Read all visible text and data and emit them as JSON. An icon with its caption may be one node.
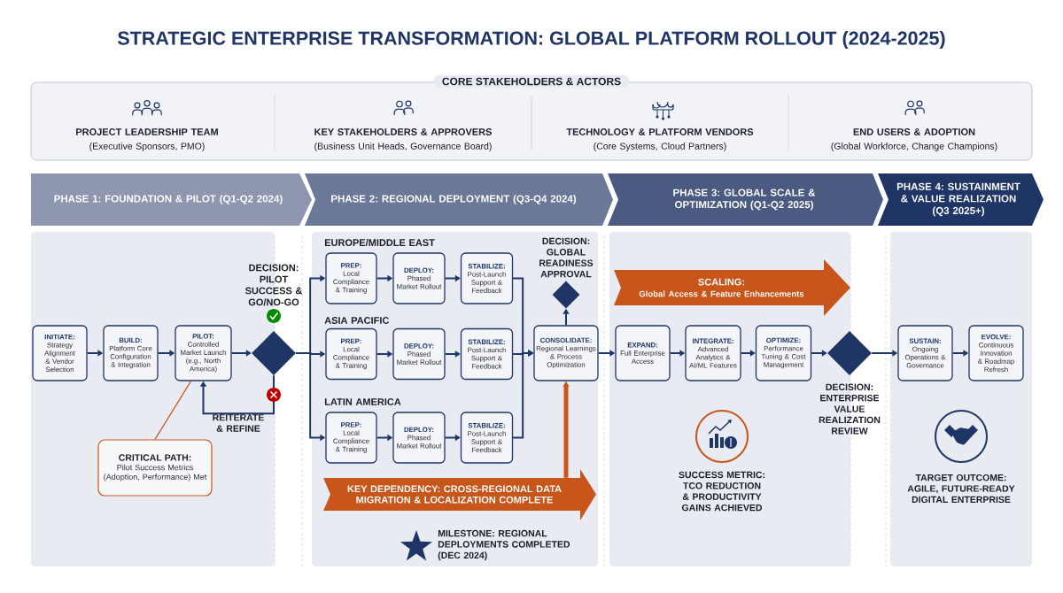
{
  "diagram": {
    "title": "STRATEGIC ENTERPRISE TRANSFORMATION: GLOBAL PLATFORM ROLLOUT (2024-2025)",
    "nodes": [
      {
        "text": [
          "CORE STAKEHOLDERS & ACTORS"
        ]
      },
      {
        "text": [
          "PHASE 1: FOUNDATION & PILOT (Q1-Q2 2024)"
        ]
      },
      {
        "text": [
          "PHASE 2: REGIONAL DEPLOYMENT (Q3-Q4 2024)"
        ]
      },
      {
        "text": [
          "PHASE 3: GLOBAL SCALE & OPTIMIZATION (Q1-Q2 2025)"
        ]
      },
      {
        "text": [
          "PHASE 4: SUSTAINMENT & VALUE REALIZATION (Q3 2025+)"
        ]
      },
      {
        "text": [
          "INITIATE:",
          "Strategy Alignment & Vendor Selection"
        ]
      },
      {
        "text": [
          "BUILD:",
          "Platform Core Configuration & Integration"
        ]
      },
      {
        "text": [
          "PILOT:",
          "Controlled Market Launch (e.g., North America)"
        ]
      },
      {
        "text": [],
        "shape": "diamond",
        "beside": [
          "DECISION: PILOT SUCCESS & GO/NO-GO"
        ]
      },
      {
        "text": [
          "CRITICAL PATH:",
          "Pilot Success Metrics (Adoption, Performance) Met"
        ]
      },
      {
        "text": [
          "PREP:",
          "Local Compliance & Training"
        ]
      },
      {
        "text": [
          "DEPLOY:",
          "Phased Market Rollout"
        ]
      },
      {
        "text": [
          "STABILIZE:",
          "Post-Launch Support & Feedback"
        ]
      },
      {
        "text": [
          "PREP:",
          "Local Compliance & Training"
        ]
      },
      {
        "text": [
          "DEPLOY:",
          "Phased Market Rollout"
        ]
      },
      {
        "text": [
          "STABILIZE:",
          "Post-Launch Support & Feedback"
        ]
      },
      {
        "text": [
          "PREP:",
          "Local Compliance & Training"
        ]
      },
      {
        "text": [
          "DEPLOY:",
          "Phased Market Rollout"
        ]
      },
      {
        "text": [
          "STABILIZE:",
          "Post-Launch Support & Feedback"
        ]
      },
      {
        "text": [
          "CONSOLIDATE:",
          "Regional Learnings & Process Optimization"
        ]
      },
      {
        "text": [],
        "shape": "diamond",
        "beside": [
          "DECISION: GLOBAL READINESS APPROVAL"
        ]
      },
      {
        "text": [
          "KEY DEPENDENCY: CROSS-REGIONAL DATA MIGRATION & LOCALIZATION COMPLETE"
        ]
      },
      {
        "text": [
          "SCALING:",
          "Global Access & Feature Enhancements"
        ]
      },
      {
        "text": [
          "EXPAND:",
          "Full Enterprise Access"
        ]
      },
      {
        "text": [
          "INTEGRATE:",
          "Advanced Analytics & AI/ML Features"
        ]
      },
      {
        "text": [
          "OPTIMIZE:",
          "Performance Tuning & Cost Management"
        ]
      },
      {
        "text": [],
        "shape": "diamond",
        "beside": [
          "DECISION: ENTERPRISE VALUE REALIZATION REVIEW"
        ]
      },
      {
        "text": [
          "SUSTAIN:",
          "Ongoing Operations & Governance"
        ]
      },
      {
        "text": [
          "EVOLVE:",
          "Continuous Innovation & Roadmap Refresh"
        ]
      }
    ],
    "edges": [
      {
        "from": 5,
        "to": 6,
        "arrow": "to"
      },
      {
        "from": 6,
        "to": 7,
        "arrow": "to"
      },
      {
        "from": 7,
        "to": 8,
        "arrow": "to"
      },
      {
        "from": 8,
        "to": 7,
        "arrow": "to",
        "label": "REITERATE & REFINE"
      },
      {
        "from": 9,
        "to": 7,
        "arrow": "none",
        "color": "#c8561b"
      },
      {
        "from": 8,
        "to": 10,
        "arrow": "to"
      },
      {
        "from": 8,
        "to": 13,
        "arrow": "to"
      },
      {
        "from": 8,
        "to": 16,
        "arrow": "to"
      },
      {
        "from": 10,
        "to": 11,
        "arrow": "to"
      },
      {
        "from": 11,
        "to": 12,
        "arrow": "to"
      },
      {
        "from": 13,
        "to": 14,
        "arrow": "to"
      },
      {
        "from": 14,
        "to": 15,
        "arrow": "to"
      },
      {
        "from": 16,
        "to": 17,
        "arrow": "to"
      },
      {
        "from": 17,
        "to": 18,
        "arrow": "to"
      },
      {
        "from": 12,
        "to": 19,
        "arrow": "to"
      },
      {
        "from": 15,
        "to": 19,
        "arrow": "to"
      },
      {
        "from": 18,
        "to": 19,
        "arrow": "to"
      },
      {
        "from": 19,
        "to": 20,
        "arrow": "to"
      },
      {
        "from": 21,
        "to": 19,
        "arrow": "to",
        "style": "thick",
        "color": "#c8561b"
      },
      {
        "from": 19,
        "to": 23,
        "arrow": "to"
      },
      {
        "from": 23,
        "to": 24,
        "arrow": "to"
      },
      {
        "from": 24,
        "to": 25,
        "arrow": "to"
      },
      {
        "from": 25,
        "to": 26,
        "arrow": "to"
      },
      {
        "from": 26,
        "to": 27,
        "arrow": "to"
      },
      {
        "from": 27,
        "to": 28,
        "arrow": "to"
      }
    ],
    "labels": [
      "PROJECT LEADERSHIP TEAM",
      "(Executive Sponsors, PMO)",
      "KEY STAKEHOLDERS & APPROVERS",
      "(Business Unit Heads, Governance Board)",
      "TECHNOLOGY & PLATFORM VENDORS",
      "(Core Systems, Cloud Partners)",
      "END USERS & ADOPTION",
      "(Global Workforce, Change Champions)",
      "EUROPE/MIDDLE EAST",
      "ASIA PACIFIC",
      "LATIN AMERICA",
      "MILESTONE: REGIONAL DEPLOYMENTS COMPLETED (DEC 2024)",
      "SUCCESS METRIC: TCO REDUCTION & PRODUCTIVITY GAINS ACHIEVED",
      "TARGET OUTCOME: AGILE, FUTURE-READY DIGITAL ENTERPRISE"
    ]
  }
}
